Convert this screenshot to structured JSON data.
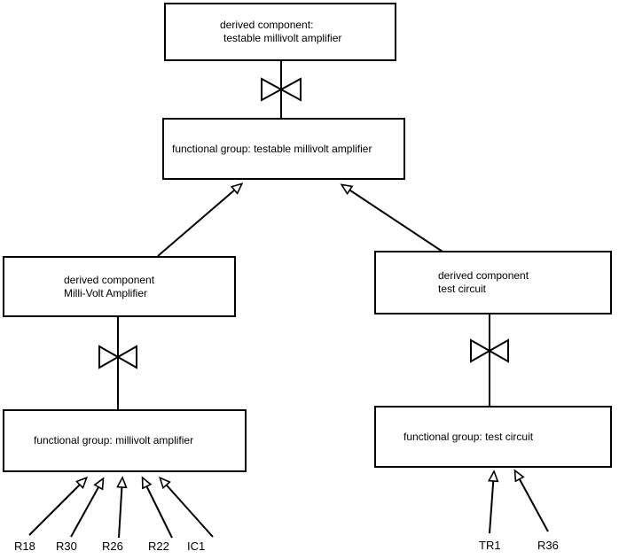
{
  "diagram": {
    "title": "testable millivolt amplifier decomposition diagram",
    "colors": {
      "background": "#ffffff",
      "line": "#000000",
      "text": "#000000"
    },
    "connector_symbol": "bowtie",
    "nodes": {
      "derived_testable": {
        "line1": "derived component:",
        "line2": "testable millivolt amplifier"
      },
      "fg_testable": {
        "label": "functional group: testable millivolt amplifier"
      },
      "derived_mv": {
        "line1": "derived component",
        "line2": "Milli-Volt Amplifier"
      },
      "derived_tc": {
        "line1": "derived component",
        "line2": "test circuit"
      },
      "fg_mv": {
        "label": "functional group: millivolt amplifier"
      },
      "fg_tc": {
        "label": "functional group: test circuit"
      }
    },
    "leaves_left": [
      "R18",
      "R30",
      "R26",
      "R22",
      "IC1"
    ],
    "leaves_right": [
      "TR1",
      "R36"
    ]
  }
}
